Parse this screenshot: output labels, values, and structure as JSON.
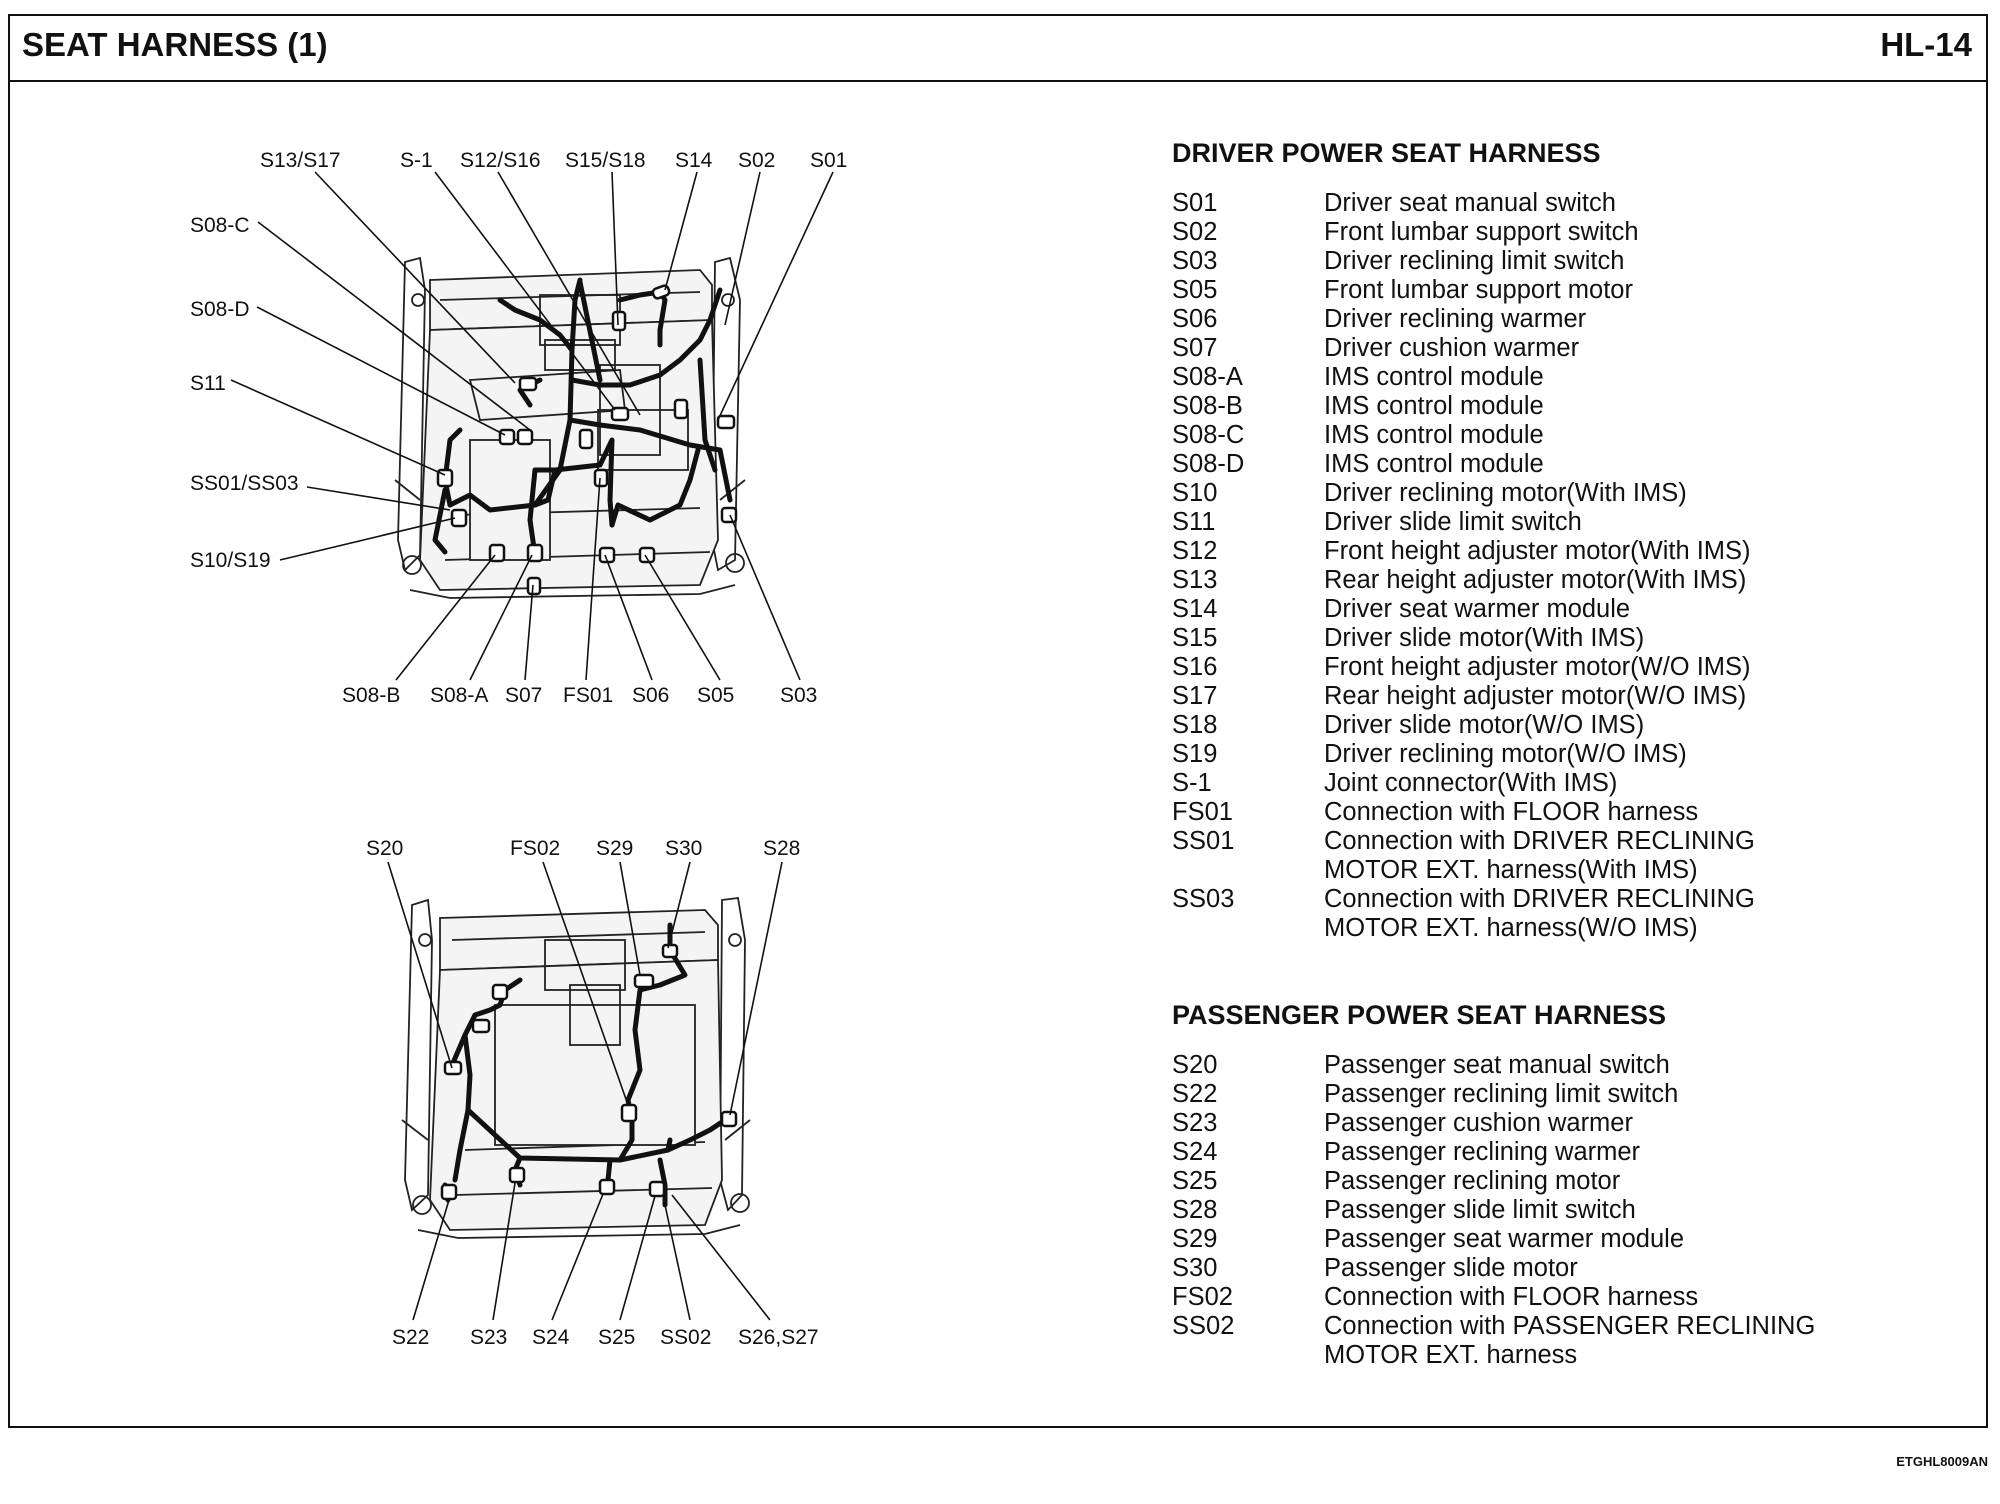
{
  "header": {
    "title": "SEAT HARNESS (1)",
    "page": "HL-14"
  },
  "footer_code": "ETGHL8009AN",
  "driver_diagram": {
    "labels": {
      "s13_s17": "S13/S17",
      "s_1": "S-1",
      "s12_s16": "S12/S16",
      "s15_s18": "S15/S18",
      "s14": "S14",
      "s02": "S02",
      "s01": "S01",
      "s08_c": "S08-C",
      "s08_d": "S08-D",
      "s11": "S11",
      "ss01_ss03": "SS01/SS03",
      "s10_s19": "S10/S19",
      "s08_b": "S08-B",
      "s08_a": "S08-A",
      "s07": "S07",
      "fs01": "FS01",
      "s06": "S06",
      "s05": "S05",
      "s03": "S03"
    }
  },
  "passenger_diagram": {
    "labels": {
      "s20": "S20",
      "fs02": "FS02",
      "s29": "S29",
      "s30": "S30",
      "s28": "S28",
      "s22": "S22",
      "s23": "S23",
      "s24": "S24",
      "s25": "S25",
      "ss02": "SS02",
      "s26_s27": "S26,S27"
    }
  },
  "driver_legend": {
    "heading": "DRIVER POWER SEAT HARNESS",
    "items": [
      {
        "code": "S01",
        "desc": "Driver seat manual switch"
      },
      {
        "code": "S02",
        "desc": "Front lumbar support switch"
      },
      {
        "code": "S03",
        "desc": "Driver reclining limit switch"
      },
      {
        "code": "S05",
        "desc": "Front lumbar support motor"
      },
      {
        "code": "S06",
        "desc": "Driver reclining warmer"
      },
      {
        "code": "S07",
        "desc": "Driver cushion warmer"
      },
      {
        "code": "S08-A",
        "desc": "IMS control module"
      },
      {
        "code": "S08-B",
        "desc": "IMS control module"
      },
      {
        "code": "S08-C",
        "desc": "IMS control module"
      },
      {
        "code": "S08-D",
        "desc": "IMS control module"
      },
      {
        "code": "S10",
        "desc": "Driver reclining motor(With IMS)"
      },
      {
        "code": "S11",
        "desc": "Driver slide limit switch"
      },
      {
        "code": "S12",
        "desc": "Front height adjuster motor(With IMS)"
      },
      {
        "code": "S13",
        "desc": "Rear height adjuster motor(With IMS)"
      },
      {
        "code": "S14",
        "desc": "Driver seat warmer module"
      },
      {
        "code": "S15",
        "desc": "Driver slide motor(With IMS)"
      },
      {
        "code": "S16",
        "desc": "Front height adjuster motor(W/O IMS)"
      },
      {
        "code": "S17",
        "desc": "Rear height adjuster motor(W/O IMS)"
      },
      {
        "code": "S18",
        "desc": "Driver slide motor(W/O IMS)"
      },
      {
        "code": "S19",
        "desc": "Driver reclining motor(W/O IMS)"
      },
      {
        "code": "S-1",
        "desc": "Joint connector(With IMS)"
      },
      {
        "code": "FS01",
        "desc": "Connection with FLOOR harness"
      },
      {
        "code": "SS01",
        "desc": "Connection with DRIVER RECLINING\nMOTOR EXT. harness(With IMS)"
      },
      {
        "code": "SS03",
        "desc": "Connection with DRIVER RECLINING\nMOTOR EXT. harness(W/O IMS)"
      }
    ]
  },
  "passenger_legend": {
    "heading": "PASSENGER POWER SEAT HARNESS",
    "items": [
      {
        "code": "S20",
        "desc": "Passenger seat manual switch"
      },
      {
        "code": "S22",
        "desc": "Passenger reclining limit switch"
      },
      {
        "code": "S23",
        "desc": "Passenger cushion warmer"
      },
      {
        "code": "S24",
        "desc": "Passenger reclining warmer"
      },
      {
        "code": "S25",
        "desc": "Passenger reclining motor"
      },
      {
        "code": "S28",
        "desc": "Passenger slide limit switch"
      },
      {
        "code": "S29",
        "desc": "Passenger seat warmer module"
      },
      {
        "code": "S30",
        "desc": "Passenger slide motor"
      },
      {
        "code": "FS02",
        "desc": "Connection with FLOOR harness"
      },
      {
        "code": "SS02",
        "desc": "Connection with PASSENGER RECLINING\nMOTOR EXT. harness"
      }
    ]
  }
}
